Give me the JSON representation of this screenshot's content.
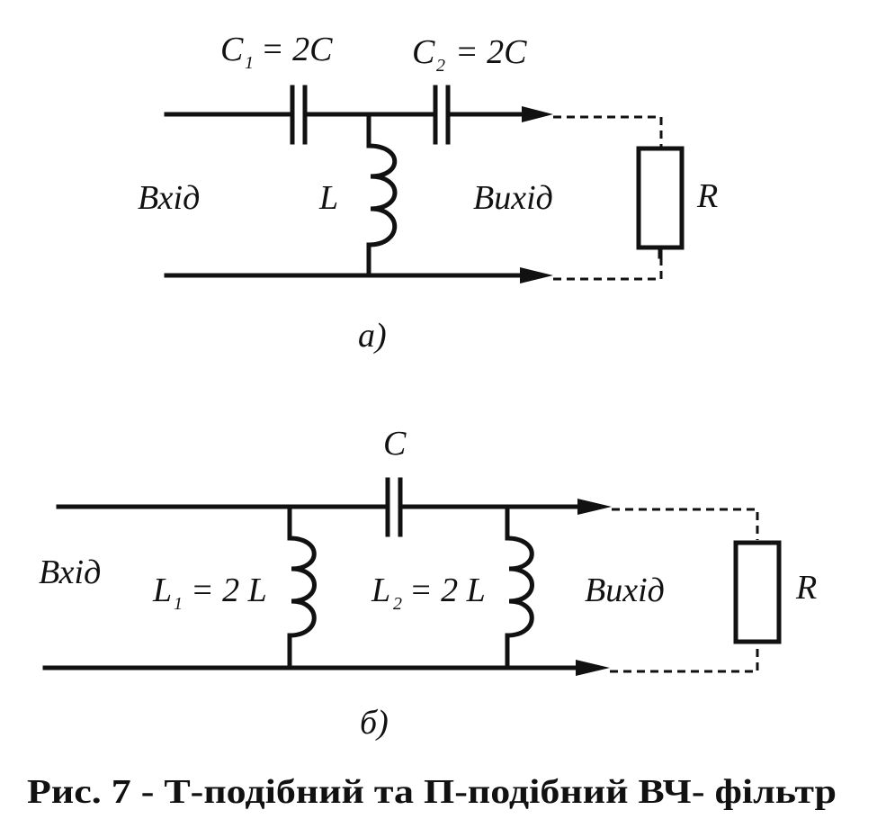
{
  "diagram_a": {
    "c1_label": "C",
    "c1_sub": "1",
    "c1_value": "= 2C",
    "c2_label": "C",
    "c2_sub": "2",
    "c2_value": "= 2C",
    "input_label": "Вхід",
    "inductor_label": "L",
    "output_label": "Вихід",
    "resistor_label": "R",
    "panel_label": "а)"
  },
  "diagram_b": {
    "c_label": "C",
    "l1_label": "L",
    "l1_sub": "1",
    "l1_value": "= 2 L",
    "l2_label": "L",
    "l2_sub": "2",
    "l2_value": "= 2 L",
    "input_label": "Вхід",
    "output_label": "Вихід",
    "resistor_label": "R",
    "panel_label": "б)"
  },
  "caption": "Рис. 7 - Т-подібний та П-подібний ВЧ- фільтр"
}
